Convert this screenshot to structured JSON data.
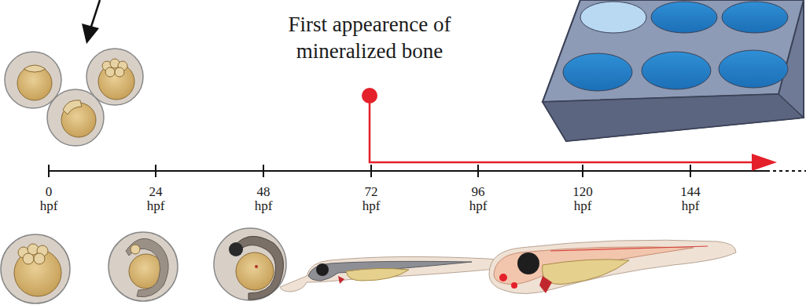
{
  "diagram": {
    "labels": [
      "First appearence of mineralized bone",
      "0 hpf",
      "24 hpf",
      "48 hpf",
      "72 hpf",
      "96 hpf",
      "120 hpf",
      "144 hpf"
    ]
  }
}
